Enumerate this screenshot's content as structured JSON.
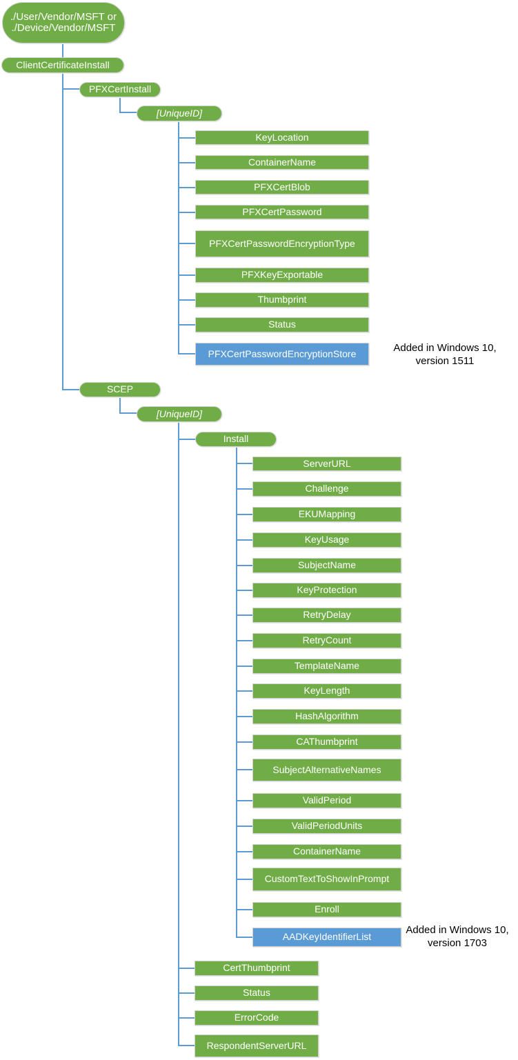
{
  "colors": {
    "node_green": "#70AD47",
    "node_blue": "#5B9BD5",
    "connector_blue": "#5B9BD5",
    "node_text": "#FFFFFF",
    "annotation_text": "#000000"
  },
  "root": {
    "line1": "./User/Vendor/MSFT or",
    "line2": "./Device/Vendor/MSFT"
  },
  "client_certificate_install": {
    "label": "ClientCertificateInstall"
  },
  "pfx": {
    "label": "PFXCertInstall",
    "unique_id": "[UniqueID]",
    "children": [
      "KeyLocation",
      "ContainerName",
      "PFXCertBlob",
      "PFXCertPassword",
      "PFXCertPasswordEncryptionType",
      "PFXKeyExportable",
      "Thumbprint",
      "Status"
    ],
    "added_child": "PFXCertPasswordEncryptionStore",
    "annotation": {
      "line1": "Added in Windows 10,",
      "line2": "version 1511"
    }
  },
  "scep": {
    "label": "SCEP",
    "unique_id": "[UniqueID]",
    "install": {
      "label": "Install",
      "children": [
        "ServerURL",
        "Challenge",
        "EKUMapping",
        "KeyUsage",
        "SubjectName",
        "KeyProtection",
        "RetryDelay",
        "RetryCount",
        "TemplateName",
        "KeyLength",
        "HashAlgorithm",
        "CAThumbprint",
        "SubjectAlternativeNames",
        "ValidPeriod",
        "ValidPeriodUnits",
        "ContainerName",
        "CustomTextToShowInPrompt",
        "Enroll"
      ],
      "added_child": "AADKeyIdentifierList",
      "annotation": {
        "line1": "Added in Windows 10,",
        "line2": "version 1703"
      }
    },
    "children": [
      "CertThumbprint",
      "Status",
      "ErrorCode",
      "RespondentServerURL"
    ]
  }
}
